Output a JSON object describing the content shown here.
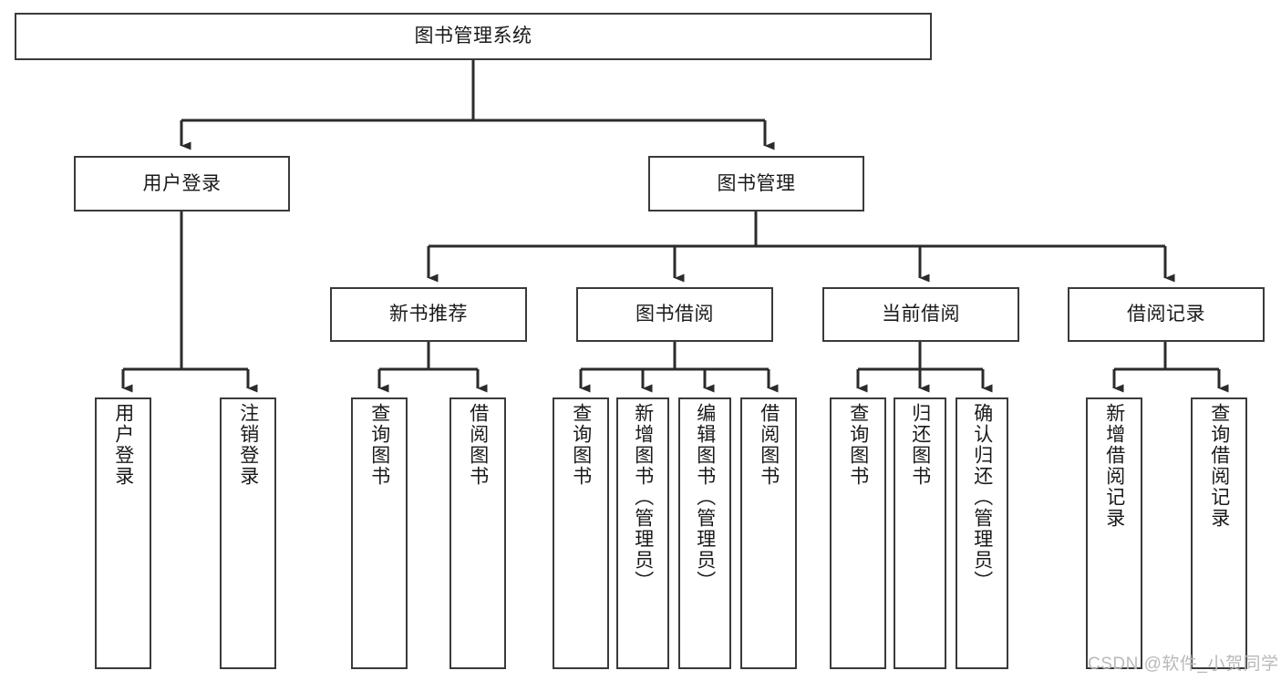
{
  "diagram": {
    "title": "图书管理系统",
    "type": "hierarchy-tree",
    "levels": 4,
    "colors": {
      "box_border": "#3a3a3a",
      "box_fill": "#ffffff",
      "connector": "#2b2b2b",
      "text": "#1a1a1a",
      "watermark": "#b9b9b9",
      "background": "#ffffff"
    },
    "root": {
      "label": "图书管理系统"
    },
    "level2": [
      {
        "label": "用户登录"
      },
      {
        "label": "图书管理"
      }
    ],
    "level3": [
      {
        "label": "新书推荐"
      },
      {
        "label": "图书借阅"
      },
      {
        "label": "当前借阅"
      },
      {
        "label": "借阅记录"
      }
    ],
    "leaves": {
      "user_login": [
        {
          "label": "用户登录"
        },
        {
          "label": "注销登录"
        }
      ],
      "new_book_recommend": [
        {
          "label": "查询图书"
        },
        {
          "label": "借阅图书"
        }
      ],
      "book_borrow": [
        {
          "label": "查询图书"
        },
        {
          "label": "新增图书（管理员）"
        },
        {
          "label": "编辑图书（管理员）"
        },
        {
          "label": "借阅图书"
        }
      ],
      "current_borrow": [
        {
          "label": "查询图书"
        },
        {
          "label": "归还图书"
        },
        {
          "label": "确认归还（管理员）"
        }
      ],
      "borrow_records": [
        {
          "label": "新增借阅记录"
        },
        {
          "label": "查询借阅记录"
        }
      ]
    }
  },
  "watermark": {
    "text": "CSDN @软件_小贺同学"
  }
}
